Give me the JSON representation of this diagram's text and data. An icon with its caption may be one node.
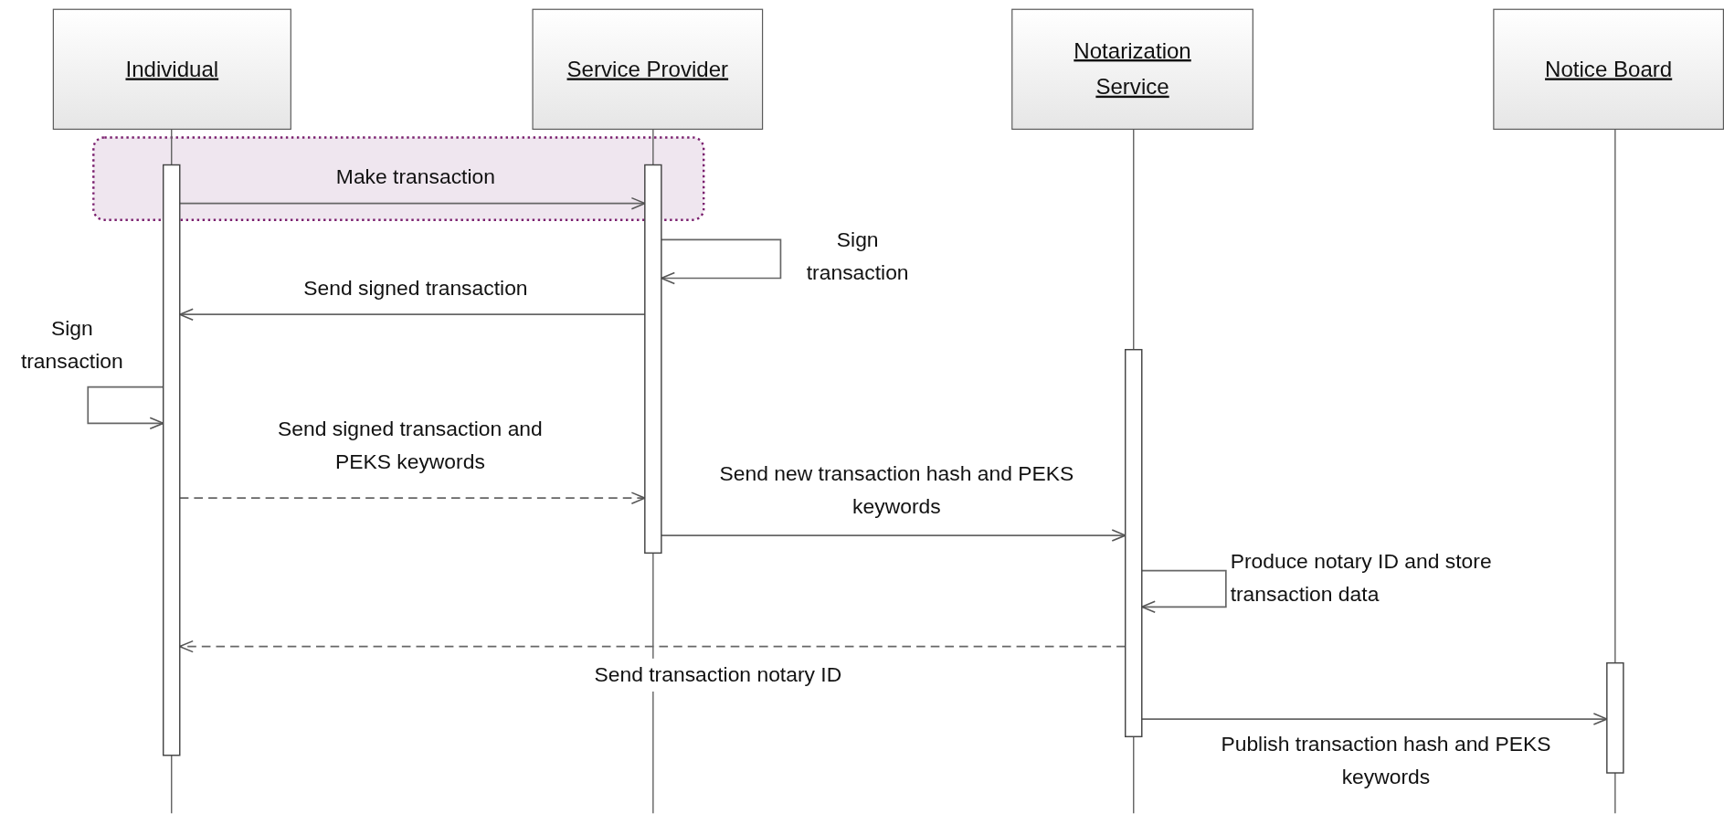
{
  "diagram": {
    "nodes": [
      {
        "text": [
          "Individual"
        ]
      },
      {
        "text": [
          "Service Provider"
        ]
      },
      {
        "text": [
          "Notarization Service"
        ]
      },
      {
        "text": [
          "Notice Board"
        ]
      },
      {
        "text": [],
        "shape": "bar"
      },
      {
        "text": [],
        "shape": "bar"
      },
      {
        "text": [],
        "shape": "bar"
      },
      {
        "text": [],
        "shape": "bar"
      }
    ],
    "edges": [
      {
        "from": 4,
        "to": 5,
        "arrow": "to",
        "label": "Make transaction"
      },
      {
        "from": 5,
        "to": 5,
        "arrow": "to",
        "label": "Sign transaction"
      },
      {
        "from": 5,
        "to": 4,
        "arrow": "to",
        "label": "Send signed transaction"
      },
      {
        "from": 4,
        "to": 4,
        "arrow": "to",
        "label": "Sign transaction"
      },
      {
        "from": 4,
        "to": 5,
        "arrow": "to",
        "label": "Send signed transaction and PEKS keywords",
        "style": "dashed"
      },
      {
        "from": 5,
        "to": 6,
        "arrow": "to",
        "label": "Send new transaction hash and PEKS keywords"
      },
      {
        "from": 6,
        "to": 6,
        "arrow": "to",
        "label": "Produce notary ID and store transaction data"
      },
      {
        "from": 6,
        "to": 4,
        "arrow": "to",
        "label": "Send transaction notary ID",
        "style": "dashed"
      },
      {
        "from": 6,
        "to": 7,
        "arrow": "to",
        "label": "Publish transaction hash and PEKS keywords"
      }
    ]
  }
}
